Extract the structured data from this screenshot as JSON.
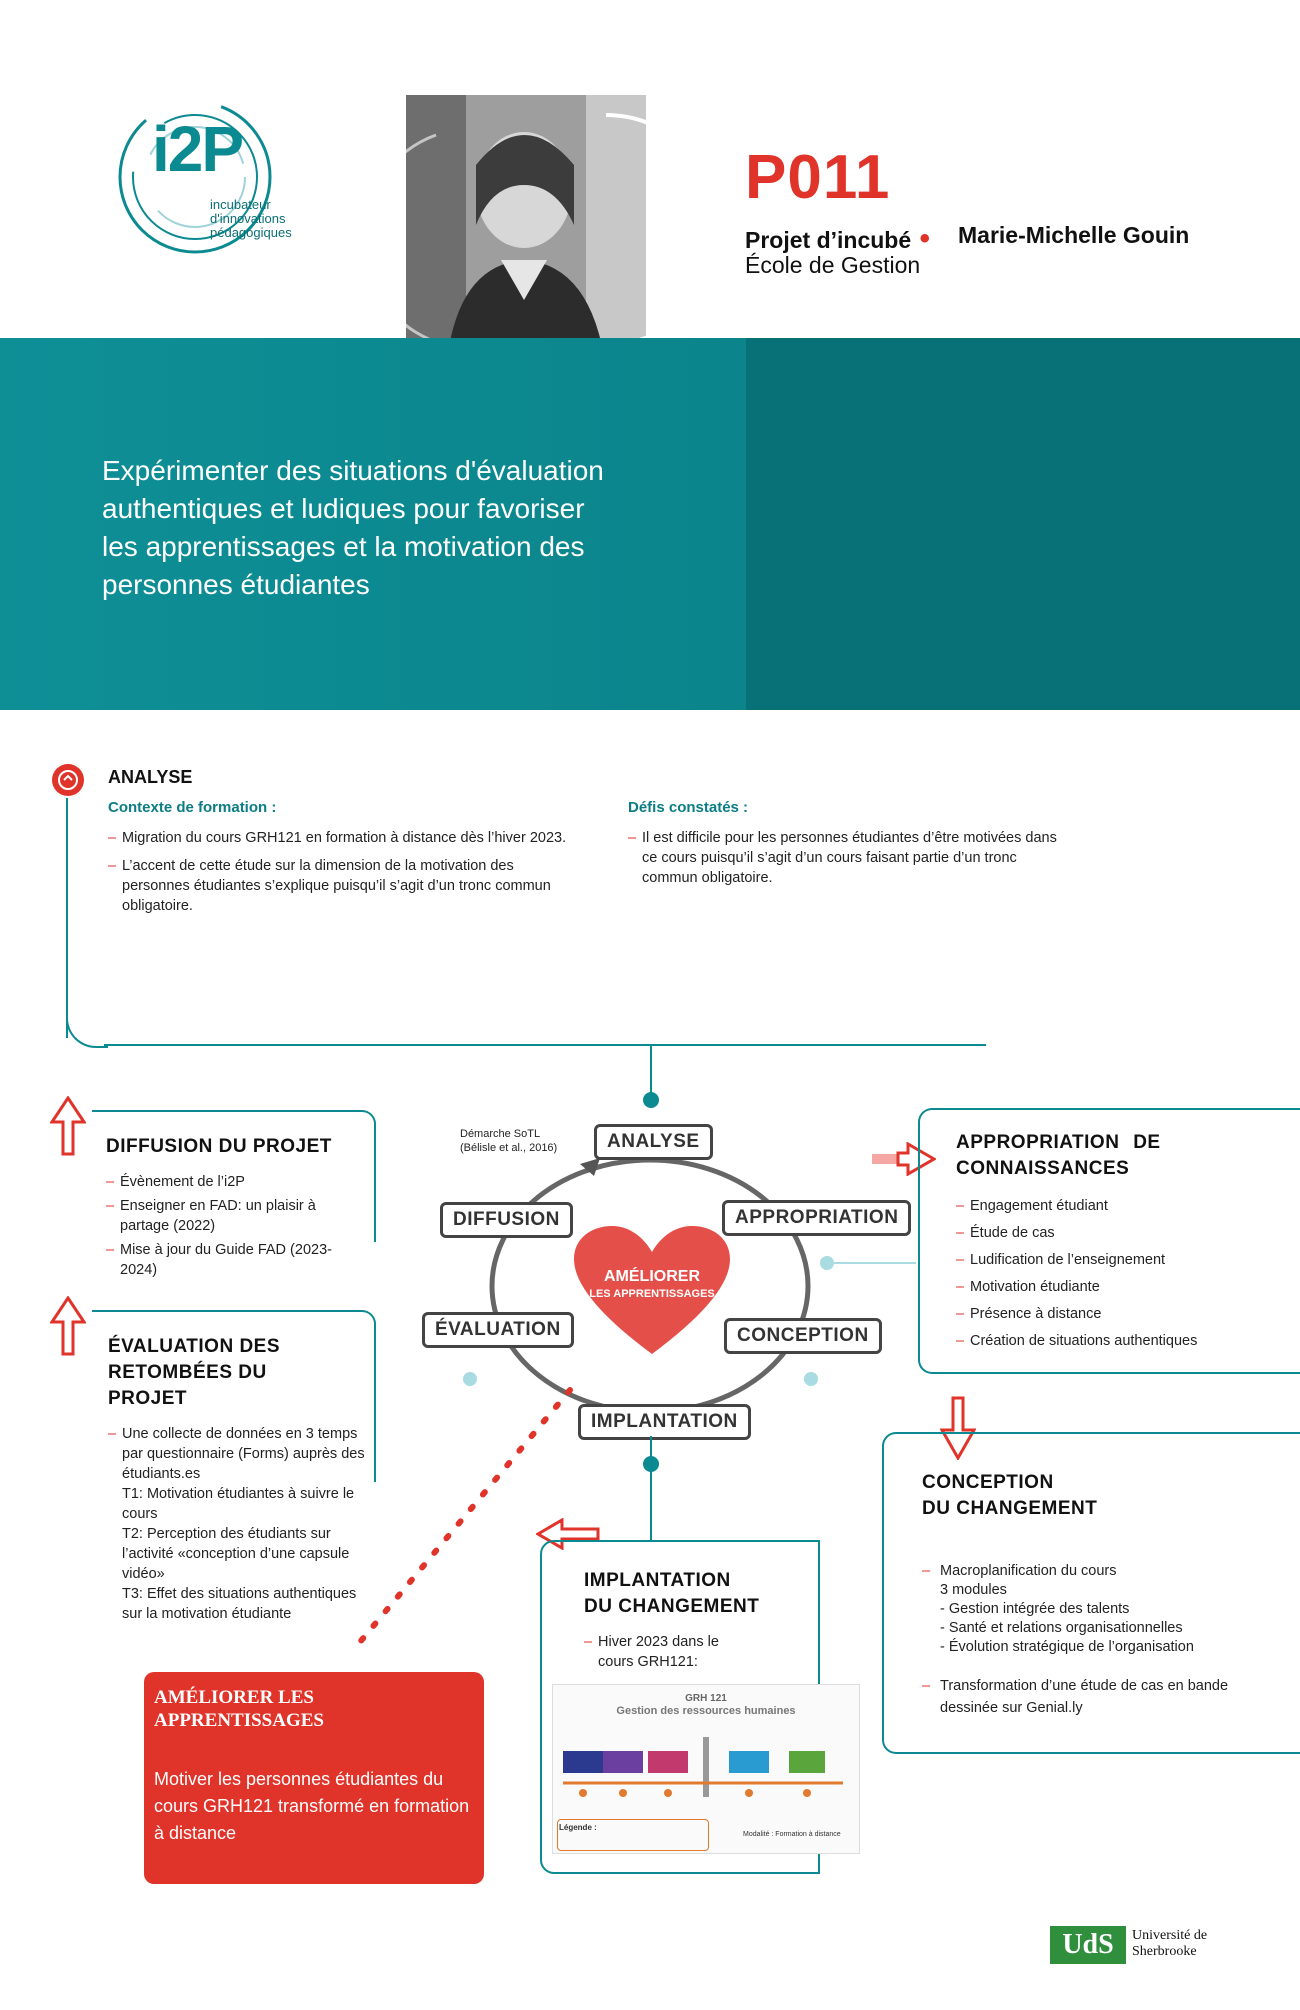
{
  "header": {
    "logo_text": "i2P",
    "logo_sub": [
      "incubateur",
      "d'innovations",
      "pédagogiques"
    ],
    "code": "P011",
    "project_label": "Projet d’incubé",
    "author": "Marie-Michelle Gouin",
    "school": "École de Gestion"
  },
  "hero": {
    "title": "Expérimenter des situations d'évaluation authentiques et ludiques pour favoriser les apprentissages et la motivation des personnes étudiantes"
  },
  "analyse": {
    "title": "ANALYSE",
    "contexte_title": "Contexte de formation :",
    "contexte_items": [
      "Migration du cours GRH121 en formation à distance dès l’hiver 2023.",
      "L’accent de cette étude sur la dimension de la motivation des personnes étudiantes s’explique puisqu’il s’agit d’un tronc commun obligatoire."
    ],
    "defis_title": "Défis constatés :",
    "defis_items": [
      "Il est difficile pour les personnes étudiantes d’être motivées dans ce cours puisqu’il s’agit d’un cours faisant partie d’un tronc commun obligatoire."
    ]
  },
  "diffusion": {
    "title": "DIFFUSION DU PROJET",
    "items": [
      "Évènement de l’i2P",
      "Enseigner en FAD: un plaisir à partage (2022)",
      "Mise à jour du Guide FAD (2023-2024)"
    ]
  },
  "evaluation": {
    "title": "ÉVALUATION DES RETOMBÉES DU PROJET",
    "intro": "Une collecte de données en 3 temps par questionnaire (Forms) auprès des étudiants.es",
    "lines": [
      "T1: Motivation étudiantes à suivre le cours",
      "T2: Perception des étudiants sur l’activité «conception d’une capsule vidéo»",
      "T3: Effet des situations authentiques sur la motivation étudiante"
    ]
  },
  "cycle": {
    "caption_1": "Démarche SoTL",
    "caption_2": "(Bélisle et al., 2016)",
    "analyse": "ANALYSE",
    "appropriation": "APPROPRIATION",
    "conception": "CONCEPTION",
    "implantation": "IMPLANTATION",
    "evaluation": "ÉVALUATION",
    "diffusion": "DIFFUSION",
    "heart_1": "AMÉLIORER",
    "heart_2": "LES APPRENTISSAGES"
  },
  "appropriation": {
    "title_1": "APPROPRIATION DE",
    "title_2": "CONNAISSANCES",
    "items": [
      "Engagement étudiant",
      "Étude de cas",
      "Ludification de l’enseignement",
      "Motivation étudiante",
      "Présence à distance",
      "Création de situations authentiques"
    ]
  },
  "conception": {
    "title_1": "CONCEPTION",
    "title_2": "DU CHANGEMENT",
    "item1_lines": [
      "Macroplanification du cours",
      "3 modules",
      "- Gestion intégrée des talents",
      "- Santé et relations organisationnelles",
      "- Évolution stratégique de l’organisation"
    ],
    "item2": "Transformation d’une étude de cas en bande dessinée sur Genial.ly"
  },
  "implantation": {
    "title_1": "IMPLANTATION",
    "title_2": "DU CHANGEMENT",
    "item": "Hiver 2023 dans le cours GRH121:",
    "thumb_title": "GRH 121",
    "thumb_subtitle": "Gestion des ressources humaines",
    "thumb_legend": "Légende :",
    "thumb_modality": "Modalité : Formation à distance"
  },
  "ameliorer": {
    "title": "AMÉLIORER LES APPRENTISSAGES",
    "text": "Motiver les personnes étudiantes du cours GRH121 transformé en formation à distance"
  },
  "footer": {
    "uds": "UdS",
    "univ_1": "Université de",
    "univ_2": "Sherbrooke"
  },
  "colors": {
    "teal": "#0b8a91",
    "red": "#e0332a"
  }
}
